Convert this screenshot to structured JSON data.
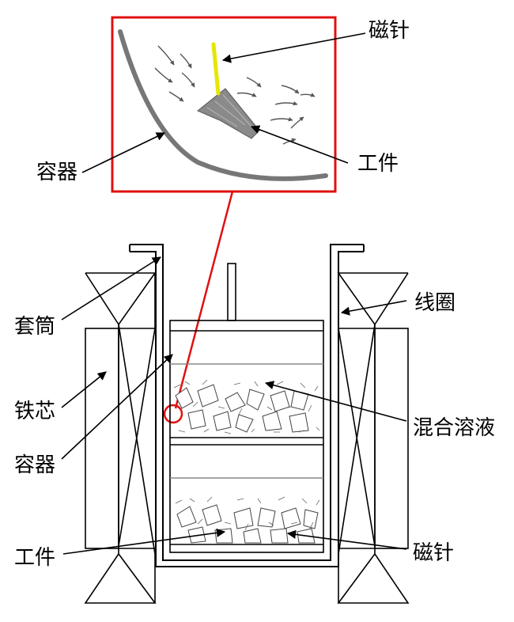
{
  "labels": {
    "inset_needle": "磁针",
    "inset_container": "容器",
    "inset_workpiece": "工件",
    "coil": "线圈",
    "sleeve": "套筒",
    "iron_core": "铁芯",
    "mixed_solution": "混合溶液",
    "container": "容器",
    "workpiece": "工件",
    "needle": "磁针"
  },
  "colors": {
    "line": "#000000",
    "highlight": "#e01010",
    "needle": "#e6e600",
    "container_wall": "#777777",
    "workpiece": "#8a8a8a"
  }
}
